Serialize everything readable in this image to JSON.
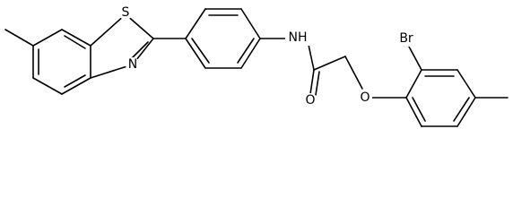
{
  "structure": {
    "atom_labels": {
      "sulfur": "S",
      "thiazole_nitrogen": "N",
      "amide_nitrogen": "NH",
      "carbonyl_oxygen": "O",
      "ether_oxygen": "O",
      "bromine": "Br"
    },
    "colors": {
      "bond": "#000000",
      "label": "#000000",
      "background": "#ffffff"
    }
  }
}
